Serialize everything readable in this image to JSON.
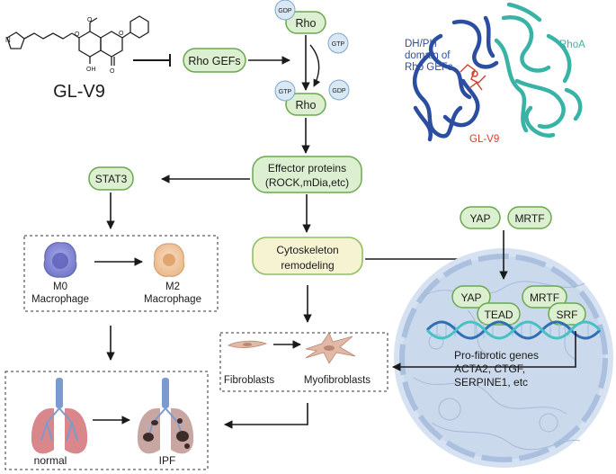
{
  "compound": {
    "name": "GL-V9"
  },
  "nodes": {
    "rho_gefs": "Rho GEFs",
    "rho_gdp": "Rho",
    "rho_gtp": "Rho",
    "gdp_top": "GDP",
    "gtp_top": "GTP",
    "gtp_bottom": "GTP",
    "gdp_bottom": "GDP",
    "effector_line1": "Effector proteins",
    "effector_line2": "(ROCK,mDia,etc)",
    "stat3": "STAT3",
    "cyto_line1": "Cytoskeleton",
    "cyto_line2": "remodeling",
    "yap_outside": "YAP",
    "mrtf_outside": "MRTF",
    "yap_nucleus": "YAP",
    "tead": "TEAD",
    "mrtf_nucleus": "MRTF",
    "srf": "SRF"
  },
  "structure": {
    "dh_ph_line1": "DH/PH",
    "dh_ph_line2": "domain of",
    "dh_ph_line3": "Rho GEFs",
    "rhoa": "RhoA",
    "ligand": "GL-V9"
  },
  "macrophage_box": {
    "m0_line1": "M0",
    "m0_line2": "Macrophage",
    "m2_line1": "M2",
    "m2_line2": "Macrophage"
  },
  "fibro_box": {
    "fibroblasts": "Fibroblasts",
    "myofibroblasts": "Myofibroblasts"
  },
  "lung_box": {
    "normal": "normal",
    "ipf": "IPF"
  },
  "genes": {
    "line1": "Pro-fibrotic genes",
    "line2": "ACTA2, CTGF,",
    "line3": "SERPINE1, etc"
  },
  "colors": {
    "pill_fill": "#dcefd0",
    "pill_stroke": "#6aa84f",
    "cyto_fill": "#f6f3d2",
    "cyto_stroke": "#8fbf63",
    "gdp_gtp_fill": "#d8e8f5",
    "gdp_gtp_stroke": "#7fa6c8",
    "gef_blue": "#2c4ea1",
    "rhoa_teal": "#39b3a6",
    "ligand_red": "#d23c2e",
    "nucleus_fill": "#cfdcee",
    "dna_blue": "#2f6fb5",
    "dna_teal": "#48c0c4",
    "macrophage_m0": "#8a8fd6",
    "macrophage_m2": "#f2c9a0",
    "lung_pink": "#d9878a",
    "airway_blue": "#7d9ad0"
  }
}
